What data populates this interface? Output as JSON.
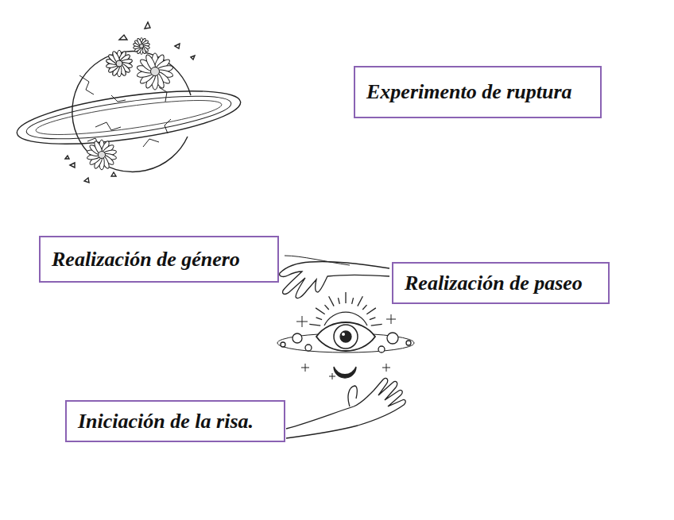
{
  "diagram": {
    "nodes": [
      {
        "text": [
          "Experimento de ruptura"
        ]
      },
      {
        "text": [
          "Realización de género"
        ]
      },
      {
        "text": [
          "Realización de paseo"
        ]
      },
      {
        "text": [
          "Iniciación de la risa."
        ]
      }
    ]
  }
}
